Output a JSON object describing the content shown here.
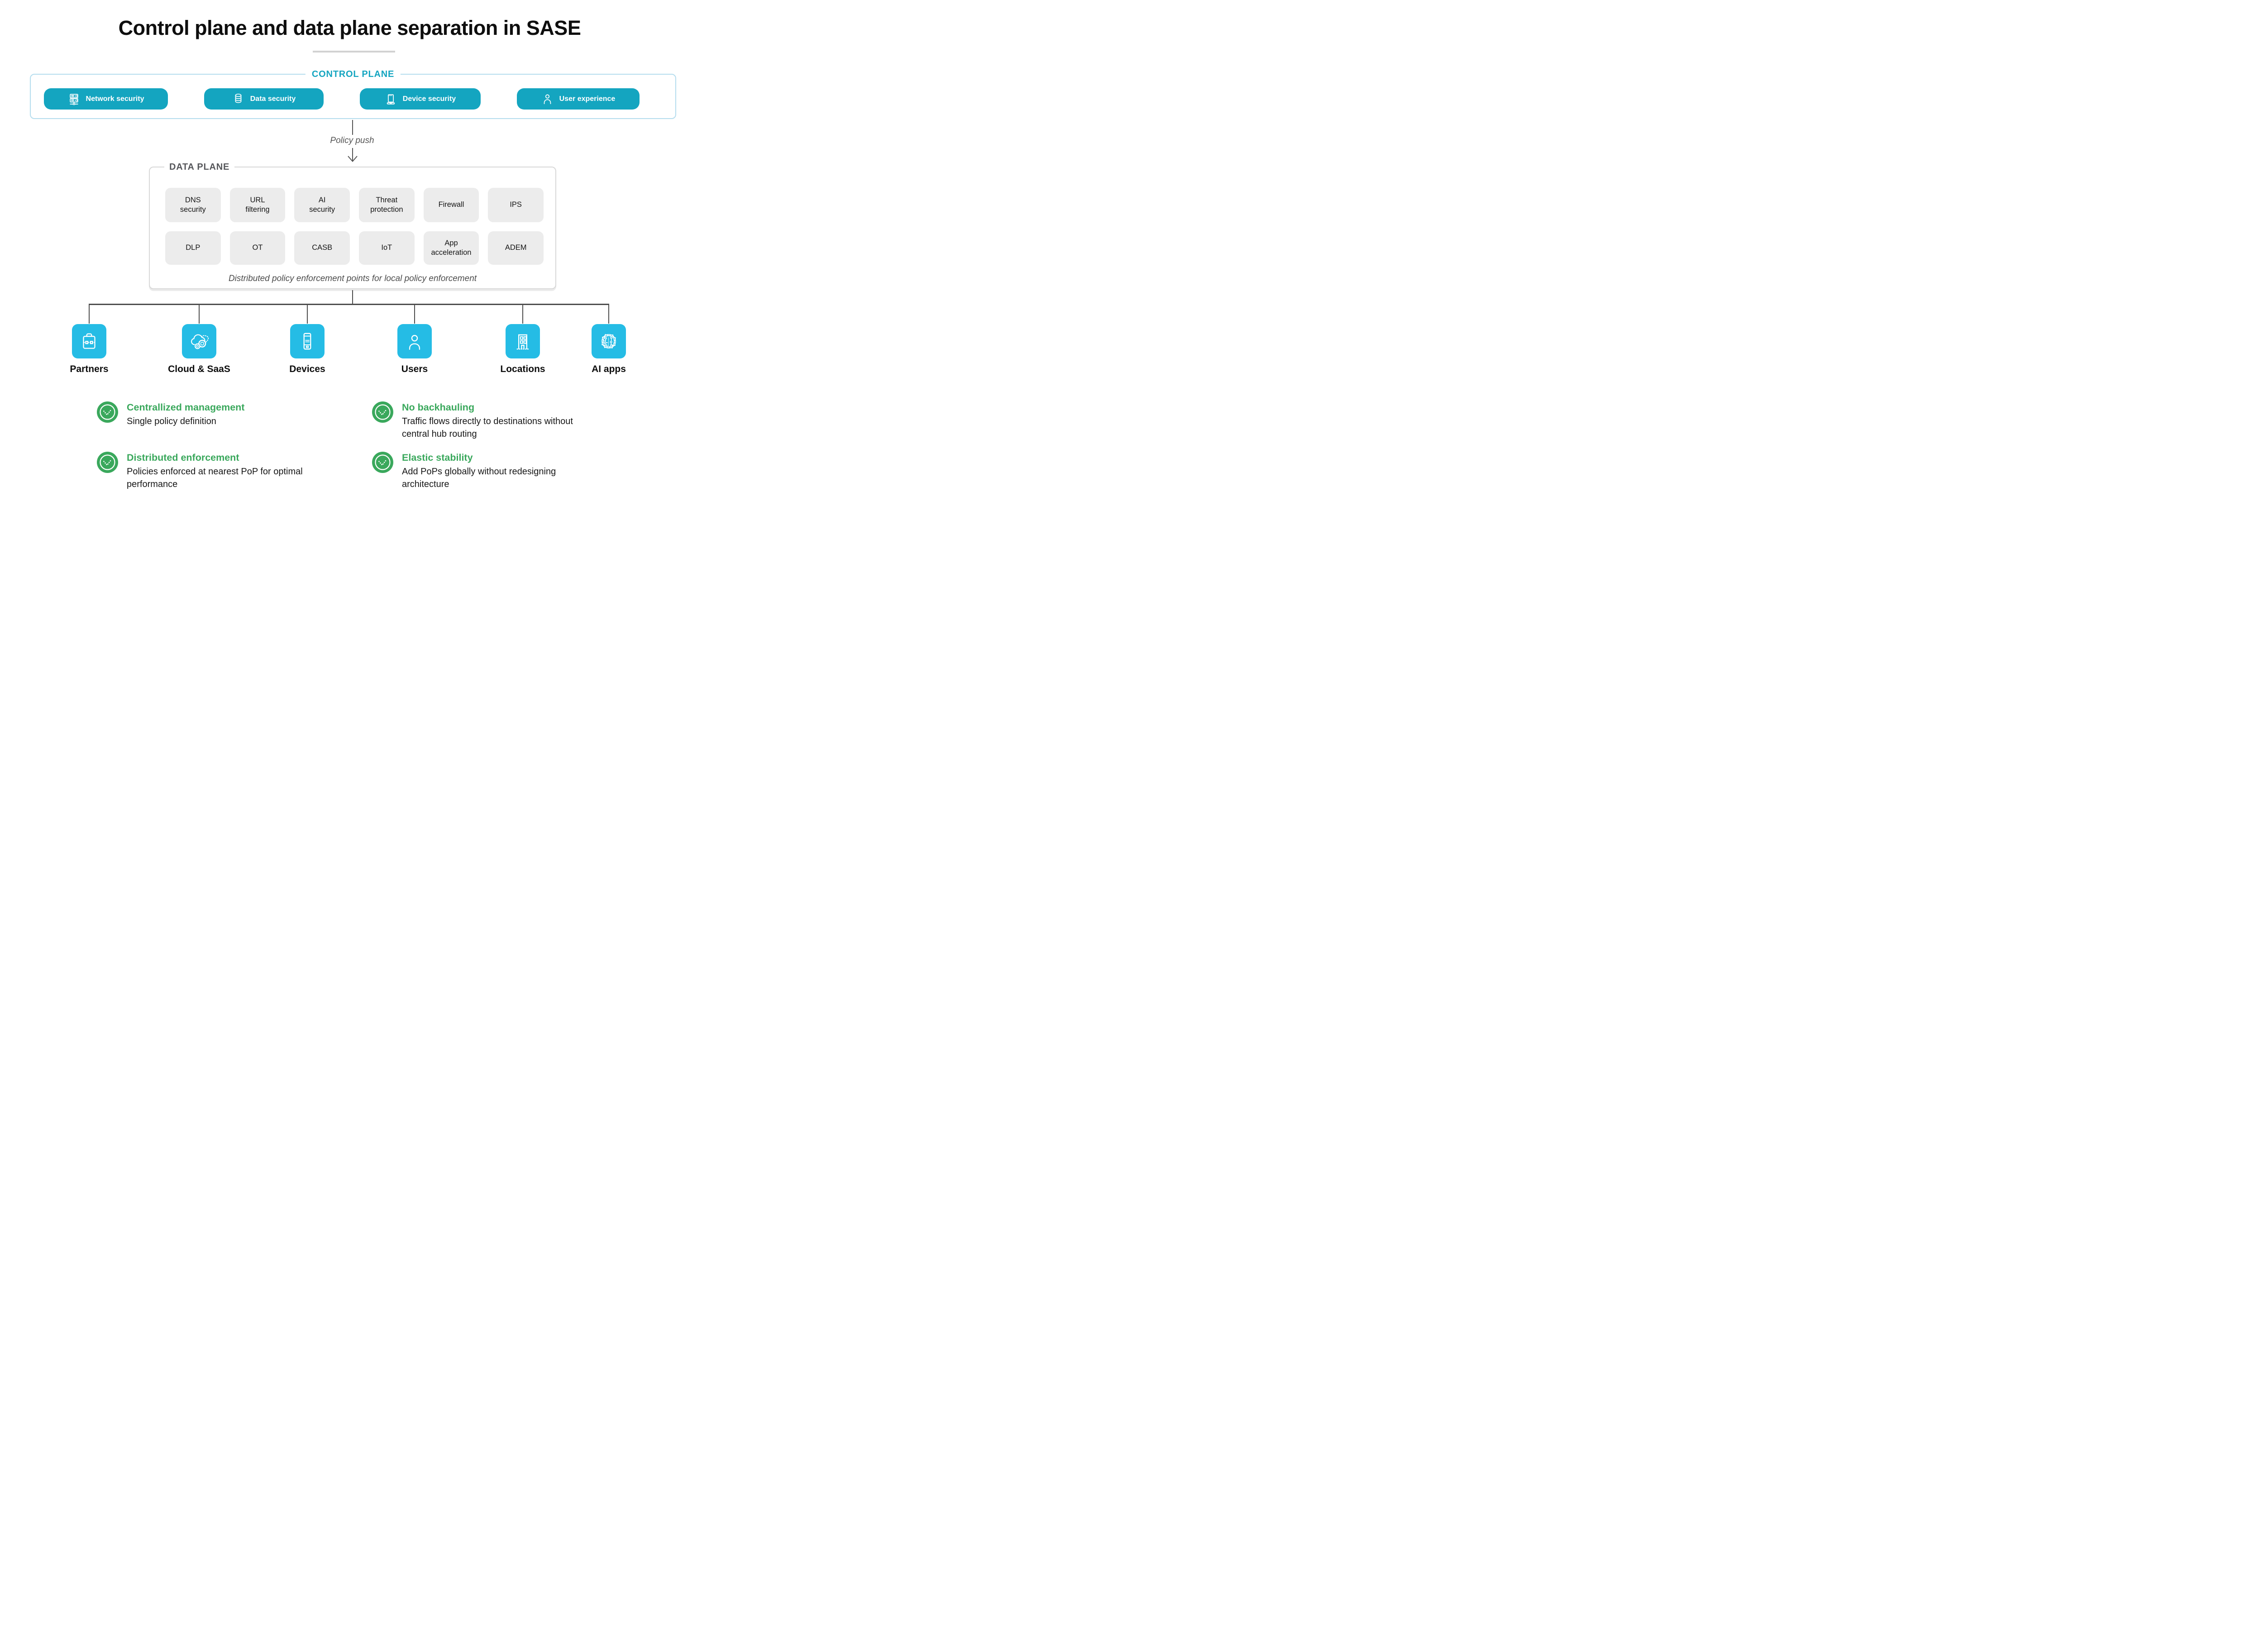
{
  "page": {
    "title": "Control plane and data plane separation in SASE"
  },
  "control_plane": {
    "label": "CONTROL PLANE",
    "pills": [
      {
        "label": "Network security",
        "icon": "server-network-icon"
      },
      {
        "label": "Data security",
        "icon": "database-icon"
      },
      {
        "label": "Device security",
        "icon": "laptop-icon"
      },
      {
        "label": "User experience",
        "icon": "user-icon"
      }
    ]
  },
  "policy_push": {
    "label": "Policy push"
  },
  "data_plane": {
    "label": "DATA PLANE",
    "tiles": [
      [
        "DNS",
        "security"
      ],
      [
        "URL",
        "filtering"
      ],
      [
        "AI",
        "security"
      ],
      [
        "Threat",
        "protection"
      ],
      [
        "Firewall"
      ],
      [
        "IPS"
      ],
      [
        "DLP"
      ],
      [
        "OT"
      ],
      [
        "CASB"
      ],
      [
        "IoT"
      ],
      [
        "App",
        "acceleration"
      ],
      [
        "ADEM"
      ]
    ],
    "caption": "Distributed policy enforcement points for local policy enforcement"
  },
  "endpoints": [
    {
      "label": "Partners",
      "icon": "briefcase-icon"
    },
    {
      "label": "Cloud & SaaS",
      "icon": "cloud-gears-icon"
    },
    {
      "label": "Devices",
      "icon": "smartphone-icon"
    },
    {
      "label": "Users",
      "icon": "user-icon"
    },
    {
      "label": "Locations",
      "icon": "building-icon"
    },
    {
      "label": "AI apps",
      "icon": "ai-circuit-icon"
    }
  ],
  "benefits": [
    {
      "title": "Centrallized management",
      "lines": [
        "Single policy definition"
      ]
    },
    {
      "title": "Distributed enforcement",
      "lines": [
        "Policies enforced at nearest PoP for optimal",
        "performance"
      ]
    },
    {
      "title": "No backhauling",
      "lines": [
        "Traffic flows directly to destinations without",
        "central hub routing"
      ]
    },
    {
      "title": "Elastic stability",
      "lines": [
        "Add PoPs globally without redesigning",
        "architecture"
      ]
    }
  ],
  "colors": {
    "teal": "#14a5c0",
    "cyan": "#25bce5",
    "green": "#3aa85c",
    "light_blue": "#b5ddee",
    "tile_gray": "#ececec",
    "line": "#4d4d4d"
  }
}
